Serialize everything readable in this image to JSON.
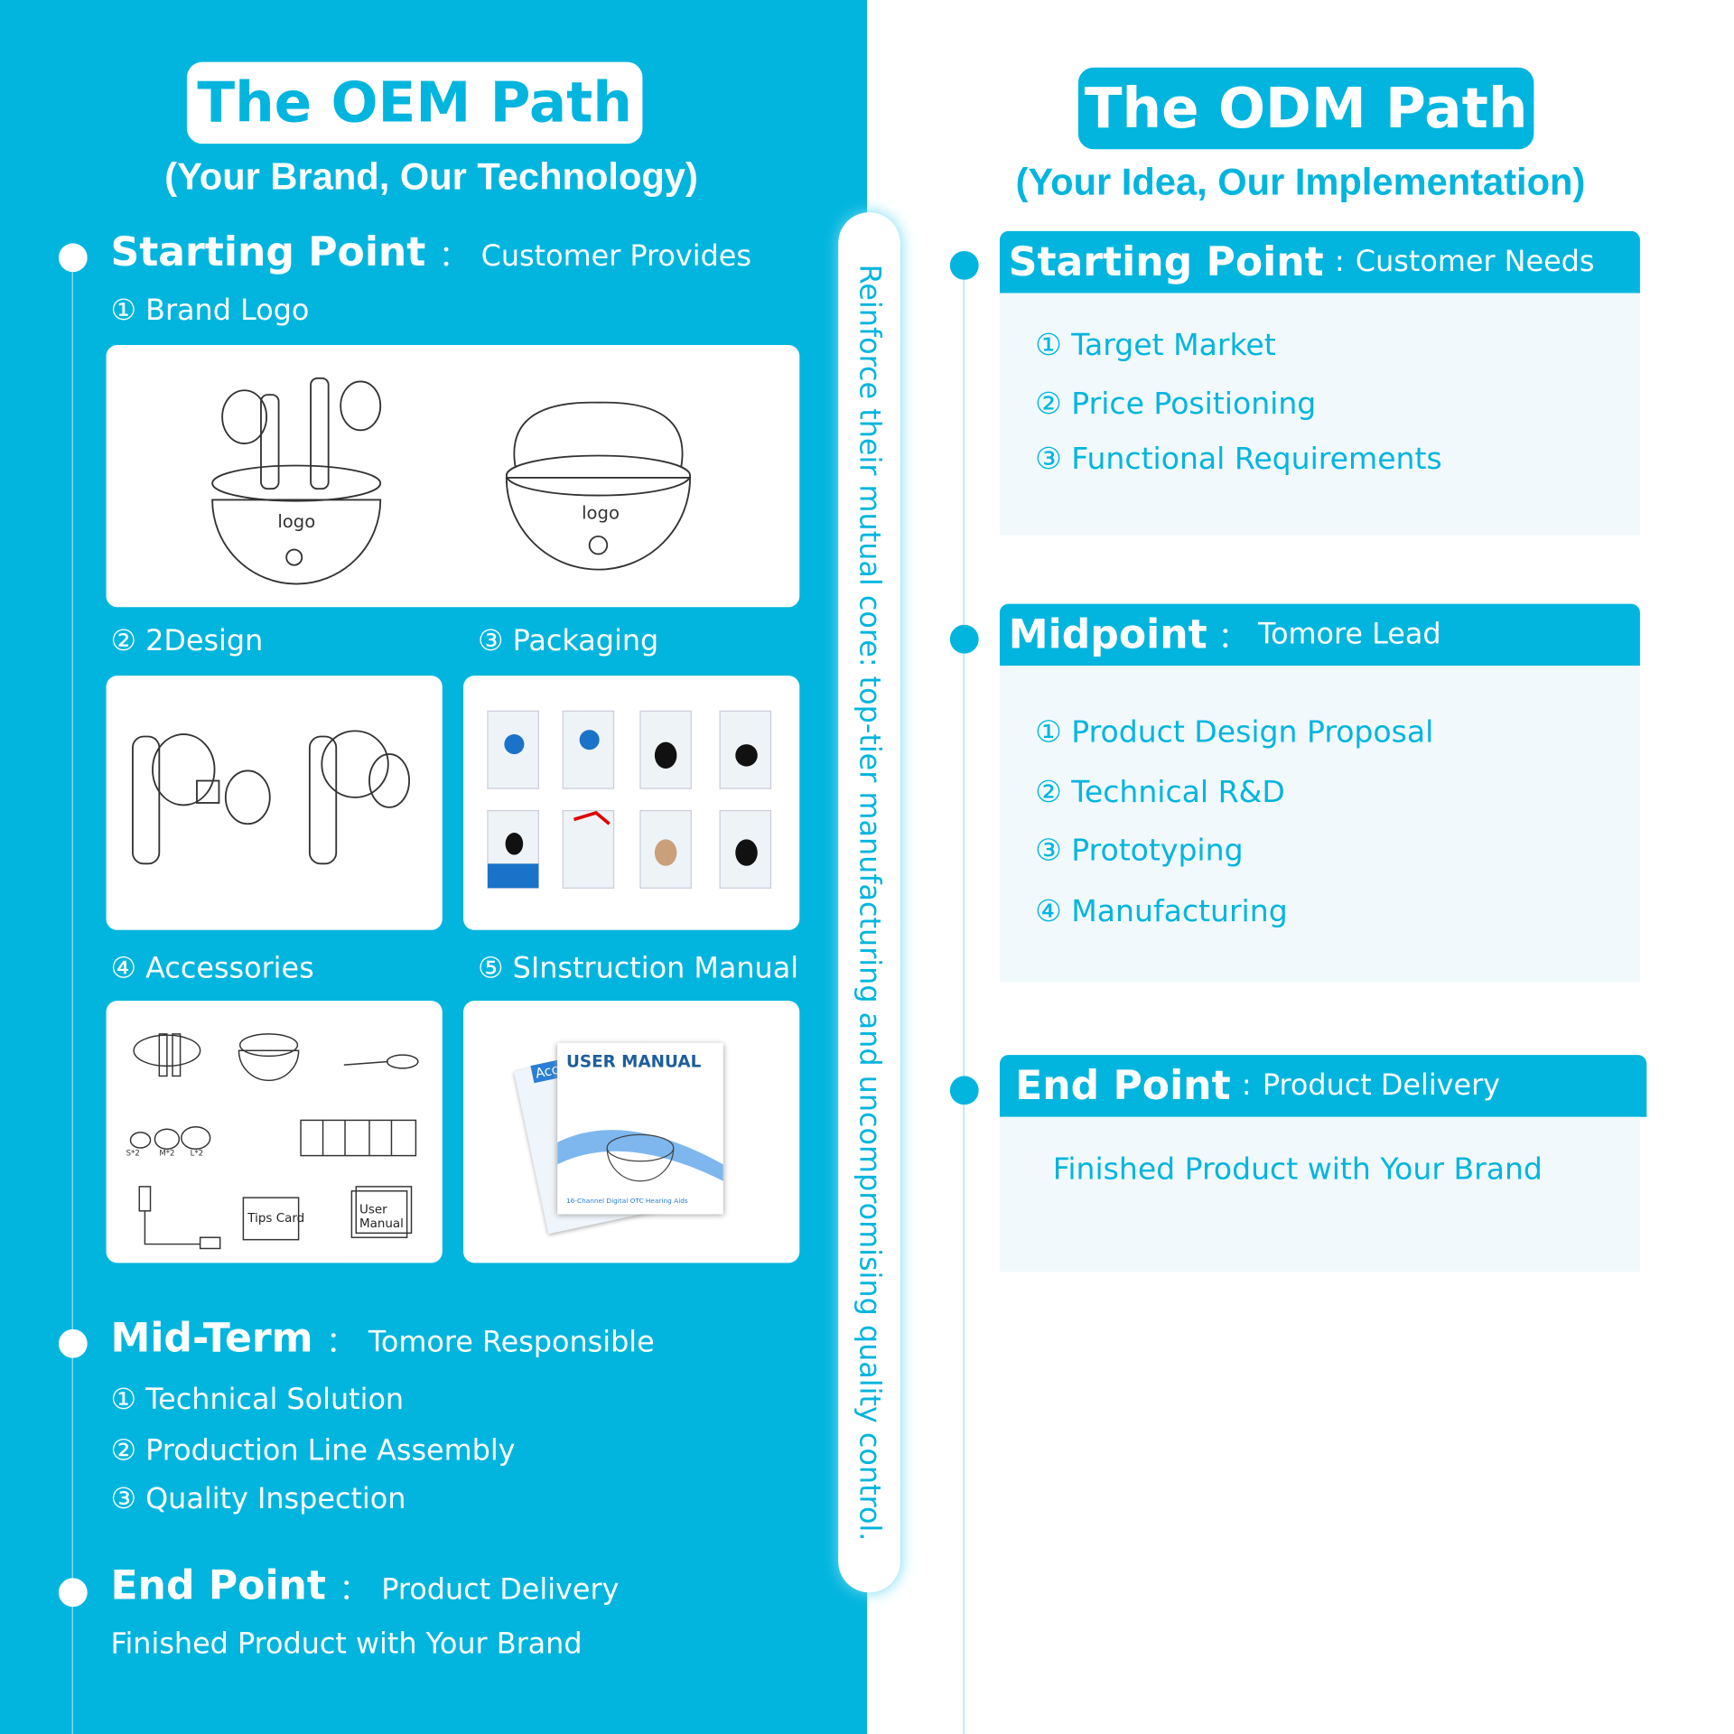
{
  "oem": {
    "title": "The OEM Path",
    "subtitle": "(Your Brand, Our Technology)",
    "start": {
      "label": "Starting Point",
      "sep": "：",
      "detail": "Customer Provides"
    },
    "start_items": [
      "① Brand Logo",
      "② 2Design",
      "③ Packaging",
      "④ Accessories",
      "⑤ SInstruction Manual"
    ],
    "logo_text": "logo",
    "accessory_labels": {
      "tips": "Tips Card",
      "manual": "User Manual",
      "sizes": [
        "S*2",
        "M*2",
        "L*2"
      ]
    },
    "manual_cover": {
      "title": "USER MANUAL",
      "caption": "16-Channel Digital OTC Hearing Aids",
      "side": "Acce"
    },
    "mid": {
      "label": "Mid-Term",
      "sep": "：",
      "detail": "Tomore Responsible"
    },
    "mid_items": [
      "① Technical Solution",
      "② Production Line Assembly",
      "③ Quality Inspection"
    ],
    "end": {
      "label": "End Point",
      "sep": "：",
      "detail": "Product Delivery"
    },
    "end_text": "Finished Product with Your Brand"
  },
  "center_text": "Reinforce their mutual core: top-tier manufacturing and uncompromising quality control.",
  "odm": {
    "title": "The ODM Path",
    "subtitle": "(Your Idea, Our Implementation)",
    "start": {
      "label": "Starting Point",
      "sep": ":",
      "detail": "Customer Needs"
    },
    "start_items": [
      "① Target Market",
      "② Price Positioning",
      "③ Functional Requirements"
    ],
    "mid": {
      "label": "Midpoint",
      "sep": "：",
      "detail": "Tomore Lead"
    },
    "mid_items": [
      "① Product Design Proposal",
      "② Technical R&D",
      "③ Prototyping",
      "④ Manufacturing"
    ],
    "end": {
      "label": "End Point",
      "sep": ":",
      "detail": "Product Delivery"
    },
    "end_text": "Finished Product with Your Brand"
  },
  "colors": {
    "brand": "#02b5de",
    "panel": "#f1f9fc"
  }
}
